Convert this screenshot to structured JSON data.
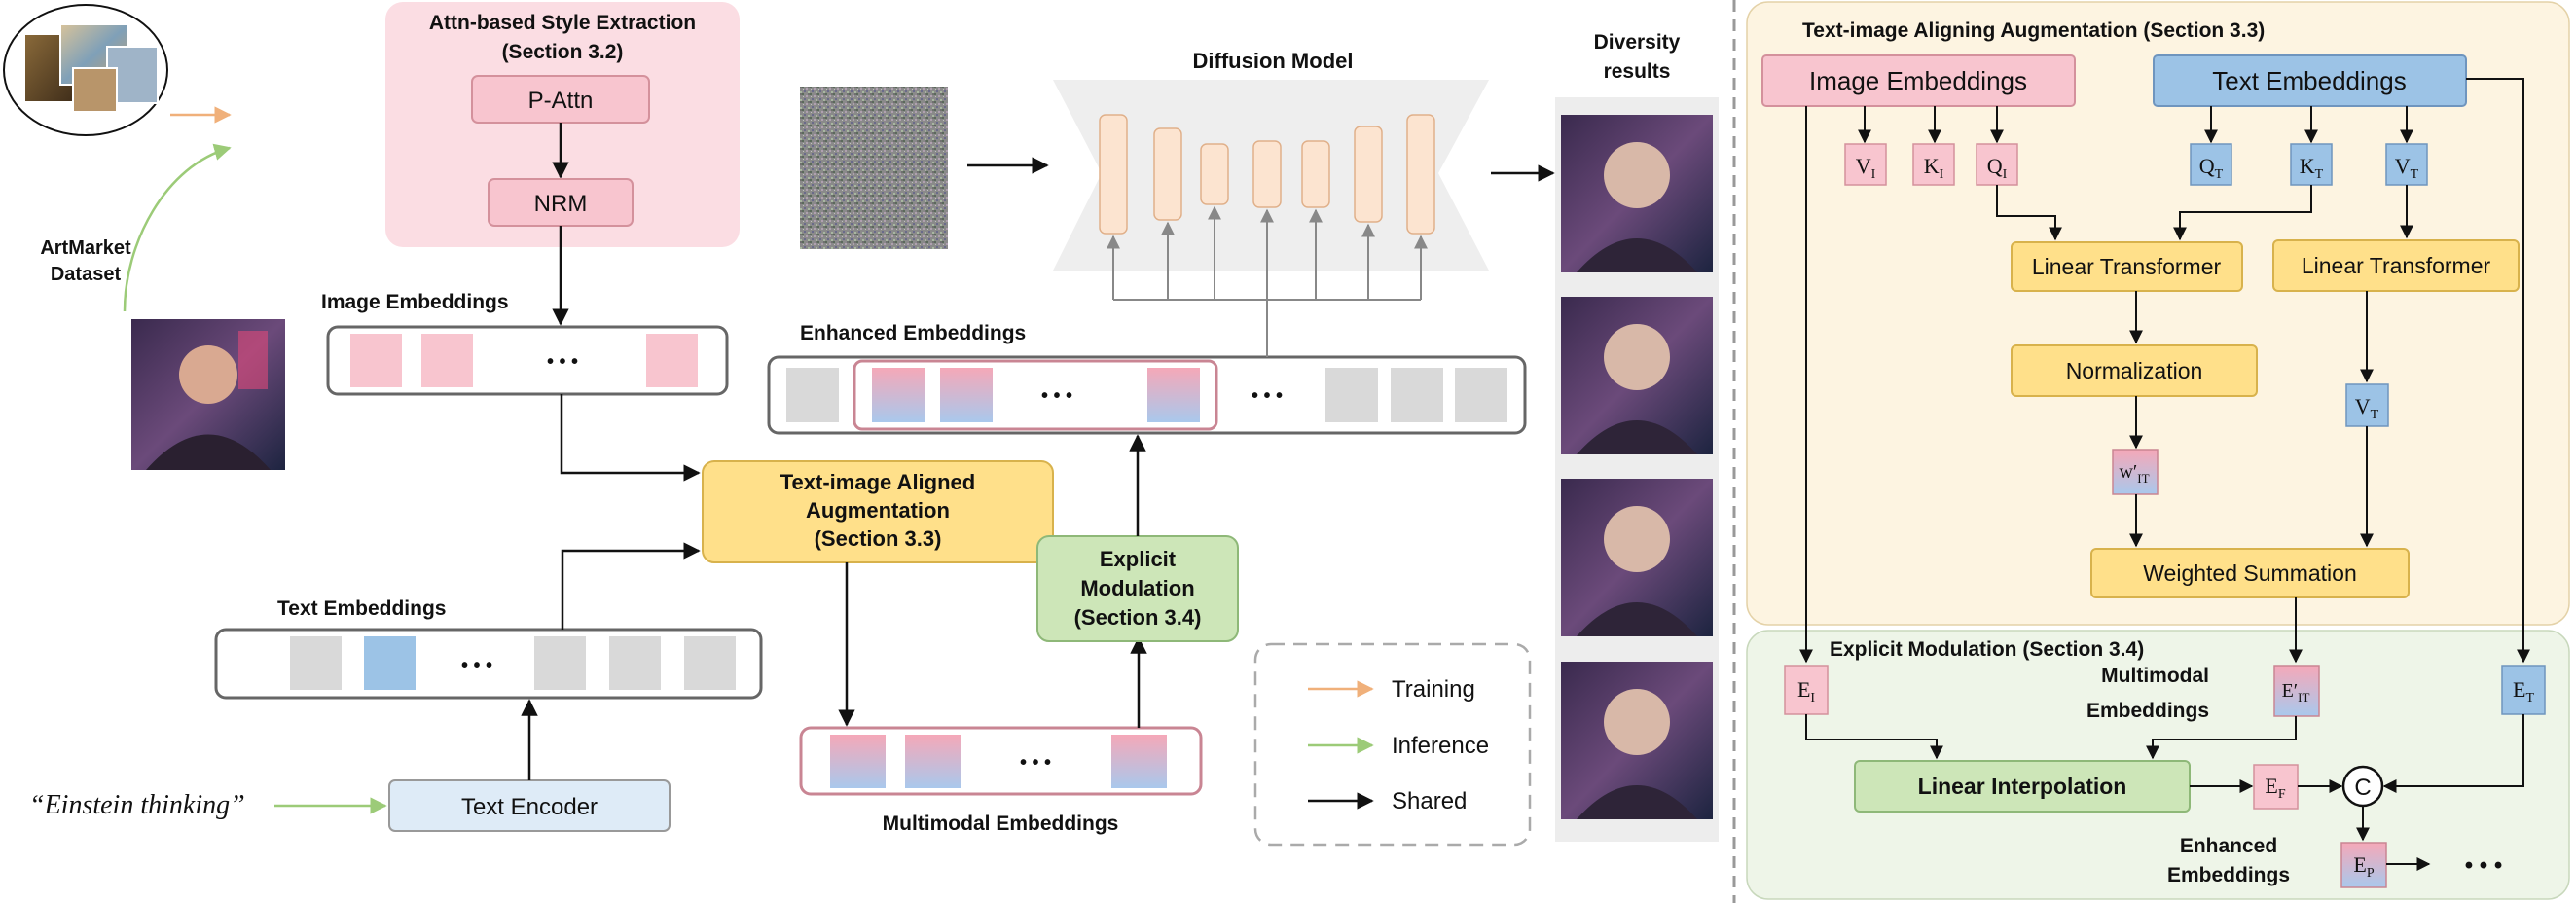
{
  "left": {
    "dataset_label": "ArtMarket Dataset",
    "style_extraction": {
      "title": "Attn-based Style Extraction",
      "section": "(Section 3.2)",
      "pattn": "P-Attn",
      "nrm": "NRM"
    },
    "image_embeddings": "Image Embeddings",
    "text_embeddings": "Text Embeddings",
    "text_encoder": "Text Encoder",
    "prompt": "“Einstein thinking”",
    "aug_box": {
      "line1": "Text-image Aligned",
      "line2": "Augmentation",
      "line3": "(Section 3.3)"
    },
    "multimodal_embeddings": "Multimodal Embeddings",
    "explicit_box": {
      "line1": "Explicit",
      "line2": "Modulation",
      "line3": "(Section 3.4)"
    },
    "enhanced_embeddings": "Enhanced Embeddings",
    "diffusion_model": "Diffusion Model",
    "diversity": {
      "line1": "Diversity",
      "line2": "results"
    },
    "ellipsis": "• • •",
    "legend": {
      "training": "Training",
      "inference": "Inference",
      "shared": "Shared"
    }
  },
  "right": {
    "aug_title": "Text-image Aligning Augmentation (Section 3.3)",
    "image_embeddings": "Image Embeddings",
    "text_embeddings": "Text Embeddings",
    "vi": {
      "base": "V",
      "sub": "I"
    },
    "ki": {
      "base": "K",
      "sub": "I"
    },
    "qi": {
      "base": "Q",
      "sub": "I"
    },
    "qt": {
      "base": "Q",
      "sub": "T"
    },
    "kt": {
      "base": "K",
      "sub": "T"
    },
    "vt": {
      "base": "V",
      "sub": "T"
    },
    "vt2": {
      "base": "V",
      "sub": "T"
    },
    "linear_transformer_1": "Linear Transformer",
    "linear_transformer_2": "Linear Transformer",
    "normalization": "Normalization",
    "wit": {
      "base": "w′",
      "sub": "IT"
    },
    "weighted_summation": "Weighted Summation",
    "explicit_title": "Explicit Modulation (Section 3.4)",
    "ei": {
      "base": "E",
      "sub": "I"
    },
    "eit": {
      "base": "E′",
      "sub": "IT"
    },
    "et": {
      "base": "E",
      "sub": "T"
    },
    "ef": {
      "base": "E",
      "sub": "F"
    },
    "ep": {
      "base": "E",
      "sub": "P"
    },
    "multimodal_label": {
      "line1": "Multimodal",
      "line2": "Embeddings"
    },
    "enhanced_label": {
      "line1": "Enhanced",
      "line2": "Embeddings"
    },
    "linear_interpolation": "Linear Interpolation",
    "concat_symbol": "C",
    "ellipsis": "• • •"
  },
  "colors": {
    "pink": "#F8C5CF",
    "pink_border": "#D4919C",
    "yellow": "#FFE08A",
    "yellow_border": "#D8B24C",
    "green": "#CDE6B8",
    "green_border": "#8EB878",
    "blue": "#9CC3E6",
    "blue_border": "#6F95BE",
    "gray": "#D9D9D9",
    "training_arrow": "#F0B07A",
    "inference_arrow": "#9CCB78"
  }
}
